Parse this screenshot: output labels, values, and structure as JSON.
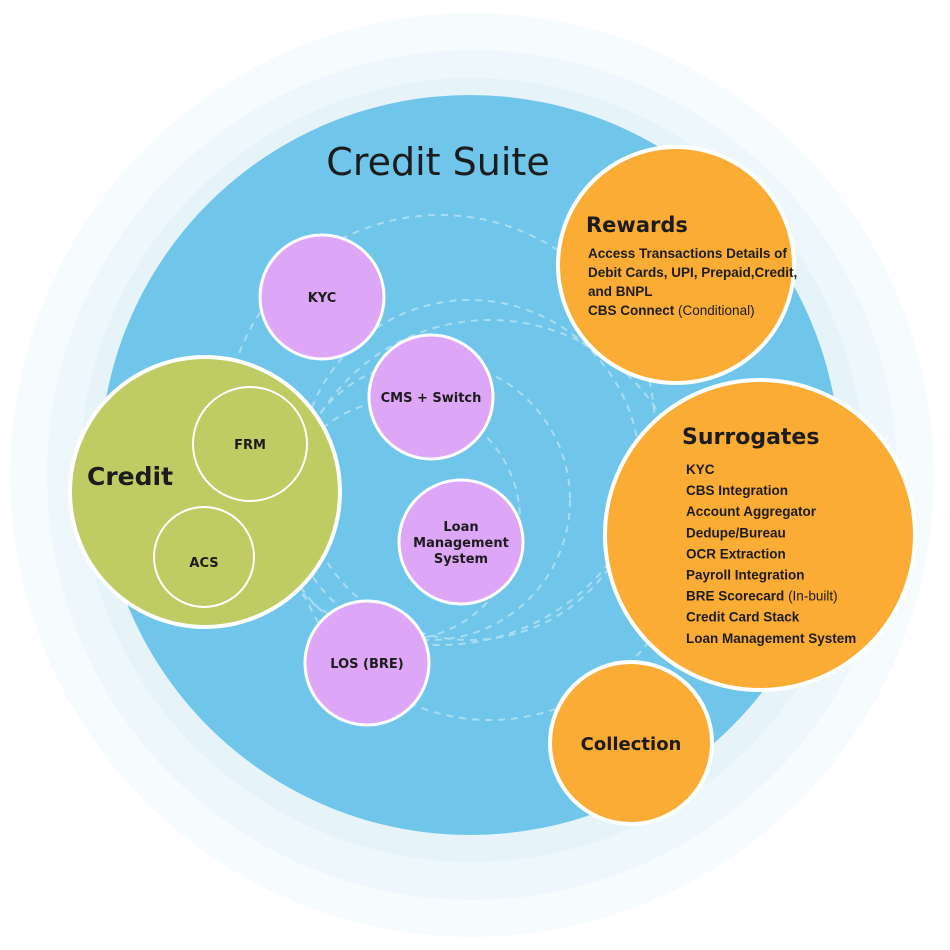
{
  "title": "Credit Suite",
  "colors": {
    "suite": "#6FC6EA",
    "orange": "#FBAC35",
    "purple": "#DDA6F7",
    "green": "#BFCB63",
    "halo": "#EAF6FB"
  },
  "modules": {
    "kyc": "KYC",
    "cms": "CMS + Switch",
    "lms": [
      "Loan",
      "Management",
      "System"
    ],
    "los": "LOS (BRE)"
  },
  "credit": {
    "title": "Credit",
    "frm": "FRM",
    "acs": "ACS"
  },
  "rewards": {
    "title": "Rewards",
    "lines": [
      "Access Transactions Details of",
      "Debit Cards, UPI, Prepaid,Credit,",
      "and BNPL"
    ],
    "cbs": "CBS Connect",
    "cbs_note": "(Conditional)"
  },
  "surrogates": {
    "title": "Surrogates",
    "items": [
      "KYC",
      "CBS Integration",
      "Account Aggregator",
      "Dedupe/Bureau",
      "OCR Extraction",
      "Payroll Integration",
      "BRE Scorecard",
      "Credit Card Stack",
      "Loan Management System"
    ],
    "bre_note": "(In-built)"
  },
  "collection": {
    "title": "Collection"
  }
}
